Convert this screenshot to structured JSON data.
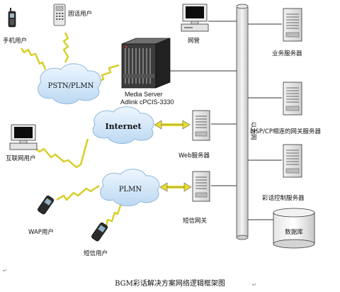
{
  "diagram": {
    "caption": "BGM彩话解决方案网络逻辑框架图",
    "para_mark": "↵",
    "media_server": {
      "line1": "Media Server",
      "line2": "Adlink cPCIS-3330"
    },
    "bus_label": "以太网",
    "nodes": {
      "mobile_user": "手机用户",
      "fixed_user": "固话用户",
      "internet_user": "互联网用户",
      "wap_user": "WAP用户",
      "sms_user": "短信用户",
      "web_server": "Web服务器",
      "sms_gateway": "短信网关",
      "network_mgmt": "网管",
      "business_server": "业务服务器",
      "sp_gateway_server": "与SP/CP相连的网关服务器",
      "color_ring_server": "彩话控制服务器",
      "database": "数据库"
    },
    "clouds": {
      "pstn": "PSTN/PLMN",
      "internet": "Internet",
      "plmn": "PLMN"
    }
  }
}
